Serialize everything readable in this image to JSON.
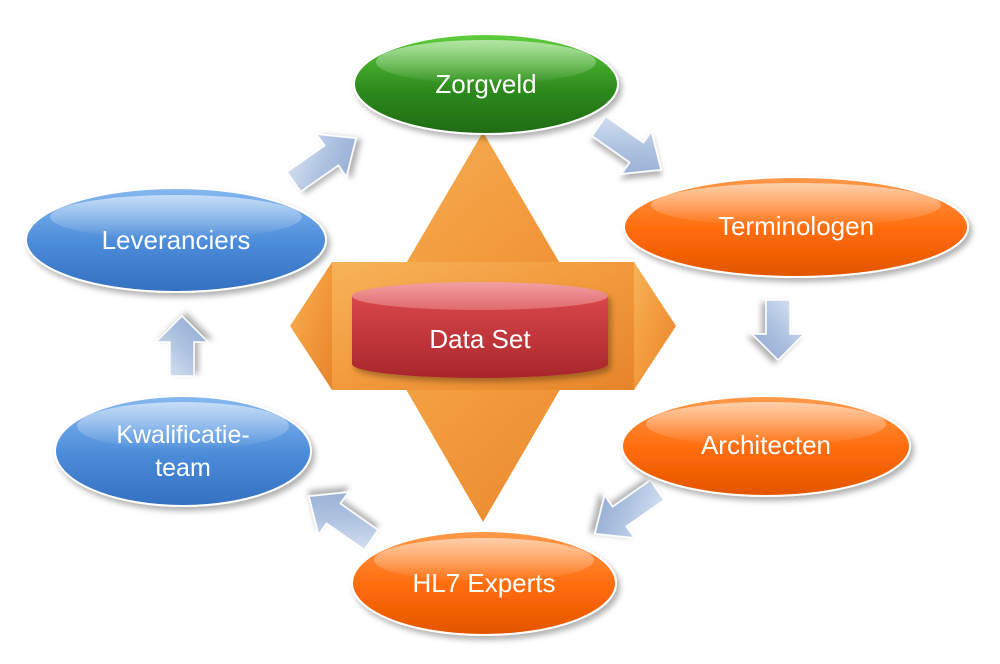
{
  "center": {
    "label": "Data Set"
  },
  "nodes": [
    {
      "id": "zorgveld",
      "lines": [
        "Zorgveld"
      ],
      "color": "green"
    },
    {
      "id": "terminologen",
      "lines": [
        "Terminologen"
      ],
      "color": "orange"
    },
    {
      "id": "architecten",
      "lines": [
        "Architecten"
      ],
      "color": "orange"
    },
    {
      "id": "hl7-experts",
      "lines": [
        "HL7 Experts"
      ],
      "color": "orange"
    },
    {
      "id": "kwalificatieteam",
      "lines": [
        "Kwalificatie-",
        "team"
      ],
      "color": "blue"
    },
    {
      "id": "leveranciers",
      "lines": [
        "Leveranciers"
      ],
      "color": "blue"
    }
  ],
  "colors": {
    "green": "#2e8b1e",
    "orange": "#ff6a0a",
    "blue": "#4a8ad8",
    "star": "#f29a3c",
    "cylinder": "#c0353a",
    "arrow": "#a9bedf"
  }
}
